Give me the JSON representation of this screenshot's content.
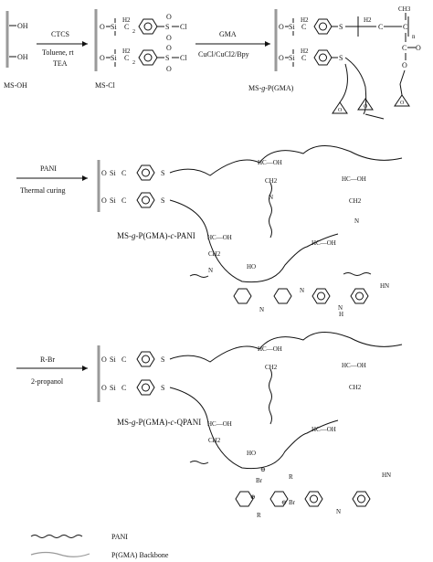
{
  "step1": {
    "start_label": "MS-OH",
    "reagent_top": "CTCS",
    "reagent_mid": "Toluene, rt",
    "reagent_bot": "TEA",
    "product_label": "MS-Cl",
    "atoms": {
      "o": "O",
      "si": "Si",
      "s": "S",
      "cl": "Cl",
      "oh": "OH",
      "h2": "H2",
      "c": "C",
      "sub2": "2"
    }
  },
  "step2": {
    "reagent_top": "GMA",
    "reagent_bot": "CuCl/CuCl2/Bpy",
    "product_prefix": "MS-",
    "product_g": "g",
    "product_suffix": "-P(GMA)",
    "atoms": {
      "n": "n",
      "ch3": "CH3",
      "h2": "H2",
      "c": "C",
      "o": "O"
    }
  },
  "step3": {
    "reagent_top": "PANI",
    "reagent_bot": "Thermal curing",
    "product_prefix": "MS-",
    "product_g": "g",
    "product_mid": "-P(GMA)-",
    "product_c": "c",
    "product_suffix": "-PANI",
    "atoms": {
      "hcoh": "HC—OH",
      "ch2": "CH2",
      "ho": "HO",
      "oh": "OH",
      "n": "N",
      "h": "H",
      "hn": "HN"
    }
  },
  "step4": {
    "reagent_top": "R-Br",
    "reagent_bot": "2-propanol",
    "product_prefix": "MS-",
    "product_g": "g",
    "product_mid": "-P(GMA)-",
    "product_c": "c",
    "product_suffix": "-QPANI",
    "atoms": {
      "br": "Br",
      "r": "R",
      "plus": "⊕",
      "minus": "⊖"
    }
  },
  "legend": {
    "pani_label": "PANI",
    "backbone_label": "P(GMA) Backbone"
  }
}
